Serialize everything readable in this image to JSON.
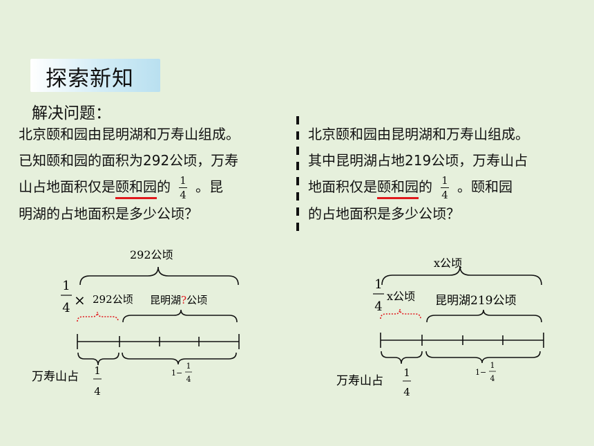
{
  "header": {
    "tag_label": "探索新知"
  },
  "subtitle": "解决问题：",
  "left_problem": {
    "line1": "北京颐和园由昆明湖和万寿山组成。",
    "line2": "已知颐和园的面积为292公顷，万寿",
    "line3_pre": "山占地面积仅是",
    "line3_ul": "颐和园",
    "line3_post": "的",
    "frac_num": "1",
    "frac_den": "4",
    "line3_end": "。昆",
    "line4": "明湖的占地面积是多少公顷？"
  },
  "right_problem": {
    "line1": "北京颐和园由昆明湖和万寿山组成。",
    "line2": "其中昆明湖占地219公顷，万寿山占",
    "line3_pre": "地面积仅是",
    "line3_ul": "颐和园",
    "line3_post": "的",
    "frac_num": "1",
    "frac_den": "4",
    "line3_end": "。颐和园",
    "line4": "的占地面积是多少公顷？"
  },
  "left_diagram": {
    "total_label": "292公顷",
    "frac_num": "1",
    "frac_den": "4",
    "times": "×",
    "part1_label": "292公顷",
    "part2_prefix": "昆明湖",
    "part2_q": "?",
    "part2_suffix": "公顷",
    "bottom_label": "万寿山占",
    "bottom_frac_num": "1",
    "bottom_frac_den": "4",
    "rest_label": "1−",
    "rest_frac_num": "1",
    "rest_frac_den": "4"
  },
  "right_diagram": {
    "total_label": "x公顷",
    "frac_num": "1",
    "frac_den": "4",
    "part1_label": "x公顷",
    "part2_label": "昆明湖219公顷",
    "bottom_label": "万寿山占",
    "bottom_frac_num": "1",
    "bottom_frac_den": "4",
    "rest_label": "1−",
    "rest_frac_num": "1",
    "rest_frac_den": "4"
  },
  "colors": {
    "accent_red": "#e0181c",
    "tag_blue": "#b9e0f0",
    "background": "#e6f0dc"
  }
}
